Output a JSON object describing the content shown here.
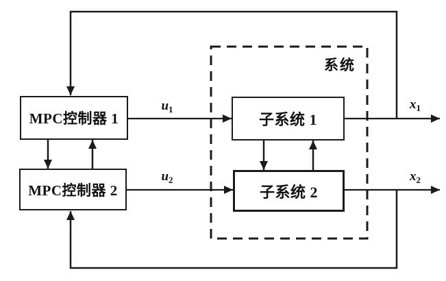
{
  "diagram": {
    "controller_boxes": [
      {
        "label": "MPC控制器 1"
      },
      {
        "label": "MPC控制器 2"
      }
    ],
    "system_group": {
      "label": "系统",
      "subsystem_boxes": [
        {
          "label": "子系统 1"
        },
        {
          "label": "子系统 2"
        }
      ]
    },
    "signal_labels": {
      "u1": {
        "base": "u",
        "sub": "1"
      },
      "u2": {
        "base": "u",
        "sub": "2"
      },
      "x1": {
        "base": "x",
        "sub": "1"
      },
      "x2": {
        "base": "x",
        "sub": "2"
      }
    },
    "colors": {
      "stroke": "#1a1a1a",
      "background": "#ffffff"
    }
  }
}
